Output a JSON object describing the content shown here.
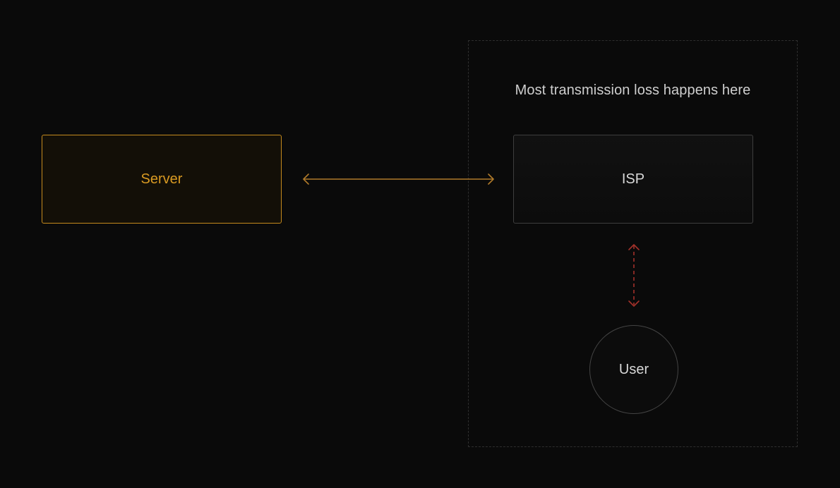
{
  "diagram": {
    "zone": {
      "caption": "Most transmission loss happens here"
    },
    "nodes": {
      "server": "Server",
      "isp": "ISP",
      "user": "User"
    },
    "connections": [
      {
        "from": "server",
        "to": "isp",
        "style": "solid",
        "direction": "bidirectional",
        "color": "#b07a2a"
      },
      {
        "from": "isp",
        "to": "user",
        "style": "dashed",
        "direction": "bidirectional",
        "color": "#a3312a"
      }
    ],
    "colors": {
      "background": "#0a0a0a",
      "server_accent": "#d99a22",
      "zone_border": "#2e2e2e",
      "node_border": "#3e3e3e",
      "lossy_link": "#a3312a"
    }
  }
}
